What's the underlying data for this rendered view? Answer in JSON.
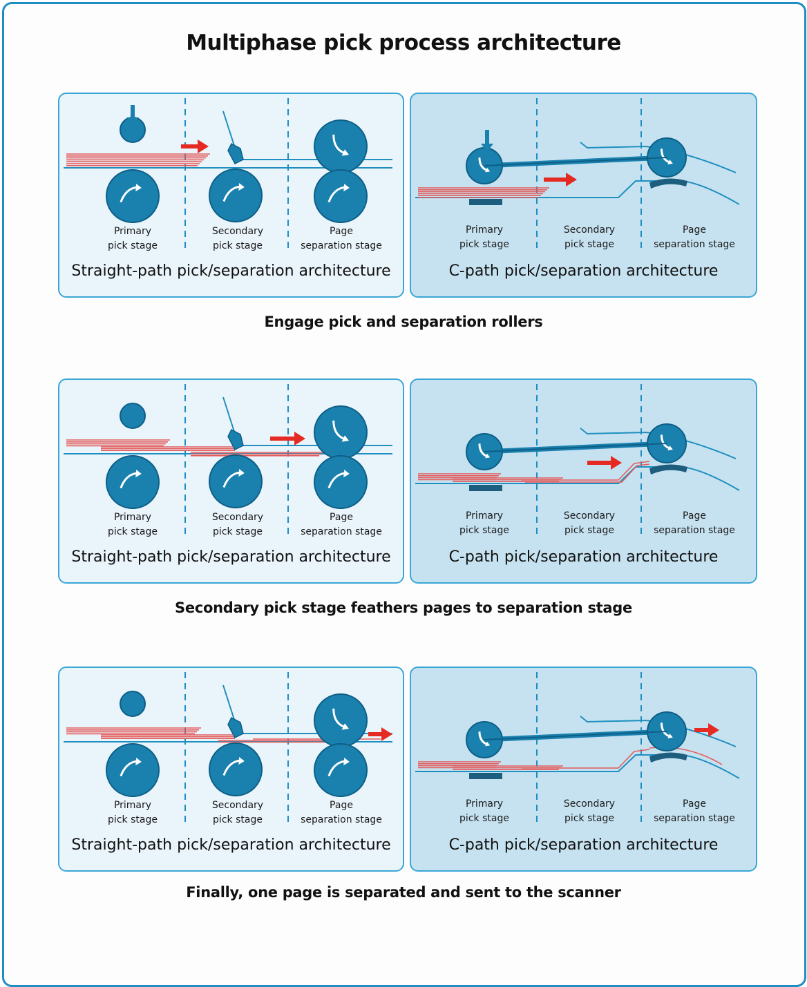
{
  "title": "Multiphase pick process architecture",
  "colors": {
    "border": "#1f8dc4",
    "roller": "#1a80ae",
    "paper_line": "#1e8fbf",
    "sheet": "#e35b5b",
    "arrow": "#e52a23",
    "divider": "#1f8dc4"
  },
  "panel_labels": {
    "straight_title": "Straight-path pick/separation architecture",
    "cpath_title": "C-path pick/separation architecture",
    "primary": [
      "Primary",
      "pick stage"
    ],
    "secondary": [
      "Secondary",
      "pick stage"
    ],
    "page": [
      "Page",
      "separation stage"
    ]
  },
  "steps": [
    {
      "caption": "Engage pick and separation rollers"
    },
    {
      "caption": "Secondary pick stage feathers pages to separation stage"
    },
    {
      "caption": "Finally, one page is separated and sent to the scanner"
    }
  ]
}
